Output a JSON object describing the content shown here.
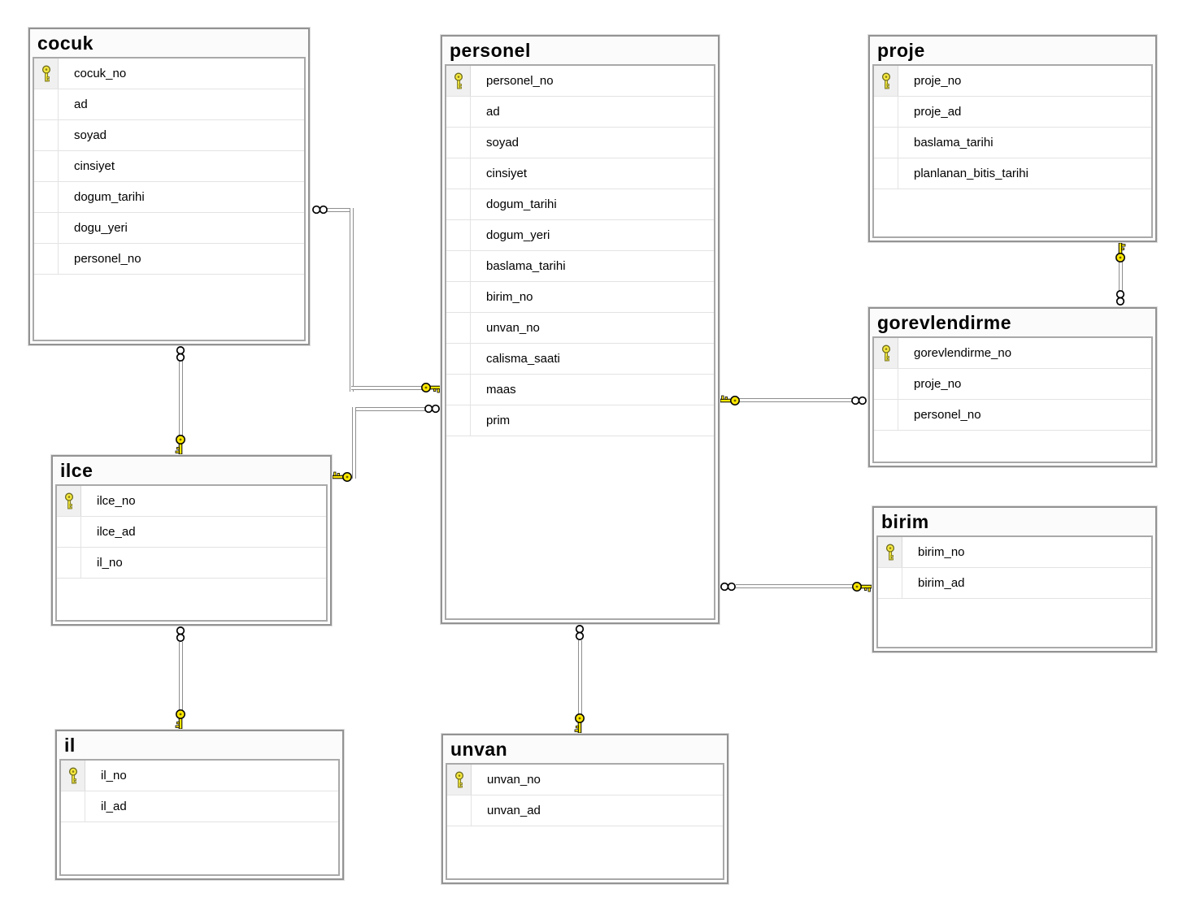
{
  "colors": {
    "canvas": "#ffffff",
    "key_yellow": "#ffe800",
    "relationship_line": "#8f8f8f",
    "table_border": "#939393",
    "grid_border": "#a9a9a9",
    "row_divider": "#e3e3e3",
    "pk_cell_bg": "#f0f0f0",
    "header_bg": "#fbfbfb",
    "text": "#000000"
  },
  "icons": {
    "primary_key_icon": "key-icon",
    "one_end_icon": "key-icon",
    "many_end_icon": "infinity-icon"
  },
  "tables": [
    {
      "name": "cocuk",
      "fields": [
        {
          "name": "cocuk_no",
          "pk": true
        },
        {
          "name": "ad",
          "pk": false
        },
        {
          "name": "soyad",
          "pk": false
        },
        {
          "name": "cinsiyet",
          "pk": false
        },
        {
          "name": "dogum_tarihi",
          "pk": false
        },
        {
          "name": "dogu_yeri",
          "pk": false
        },
        {
          "name": "personel_no",
          "pk": false
        }
      ]
    },
    {
      "name": "personel",
      "fields": [
        {
          "name": "personel_no",
          "pk": true
        },
        {
          "name": "ad",
          "pk": false
        },
        {
          "name": "soyad",
          "pk": false
        },
        {
          "name": "cinsiyet",
          "pk": false
        },
        {
          "name": "dogum_tarihi",
          "pk": false
        },
        {
          "name": "dogum_yeri",
          "pk": false
        },
        {
          "name": "baslama_tarihi",
          "pk": false
        },
        {
          "name": "birim_no",
          "pk": false
        },
        {
          "name": "unvan_no",
          "pk": false
        },
        {
          "name": "calisma_saati",
          "pk": false
        },
        {
          "name": "maas",
          "pk": false
        },
        {
          "name": "prim",
          "pk": false
        }
      ]
    },
    {
      "name": "proje",
      "fields": [
        {
          "name": "proje_no",
          "pk": true
        },
        {
          "name": "proje_ad",
          "pk": false
        },
        {
          "name": "baslama_tarihi",
          "pk": false
        },
        {
          "name": "planlanan_bitis_tarihi",
          "pk": false
        }
      ]
    },
    {
      "name": "gorevlendirme",
      "fields": [
        {
          "name": "gorevlendirme_no",
          "pk": true
        },
        {
          "name": "proje_no",
          "pk": false
        },
        {
          "name": "personel_no",
          "pk": false
        }
      ]
    },
    {
      "name": "birim",
      "fields": [
        {
          "name": "birim_no",
          "pk": true
        },
        {
          "name": "birim_ad",
          "pk": false
        }
      ]
    },
    {
      "name": "ilce",
      "fields": [
        {
          "name": "ilce_no",
          "pk": true
        },
        {
          "name": "ilce_ad",
          "pk": false
        },
        {
          "name": "il_no",
          "pk": false
        }
      ]
    },
    {
      "name": "il",
      "fields": [
        {
          "name": "il_no",
          "pk": true
        },
        {
          "name": "il_ad",
          "pk": false
        }
      ]
    },
    {
      "name": "unvan",
      "fields": [
        {
          "name": "unvan_no",
          "pk": true
        },
        {
          "name": "unvan_ad",
          "pk": false
        }
      ]
    }
  ],
  "relationships": [
    {
      "id": "personel-cocuk",
      "one_side": "personel",
      "many_side": "cocuk",
      "one_end_icon": "key-icon",
      "many_end_icon": "infinity-icon"
    },
    {
      "id": "ilce-personel",
      "one_side": "ilce",
      "many_side": "personel",
      "one_end_icon": "key-icon",
      "many_end_icon": "infinity-icon"
    },
    {
      "id": "ilce-cocuk",
      "one_side": "ilce",
      "many_side": "cocuk",
      "one_end_icon": "key-icon",
      "many_end_icon": "infinity-icon"
    },
    {
      "id": "il-ilce",
      "one_side": "il",
      "many_side": "ilce",
      "one_end_icon": "key-icon",
      "many_end_icon": "infinity-icon"
    },
    {
      "id": "unvan-personel",
      "one_side": "unvan",
      "many_side": "personel",
      "one_end_icon": "key-icon",
      "many_end_icon": "infinity-icon"
    },
    {
      "id": "personel-gorevlendirme",
      "one_side": "personel",
      "many_side": "gorevlendirme",
      "one_end_icon": "key-icon",
      "many_end_icon": "infinity-icon"
    },
    {
      "id": "proje-gorevlendirme",
      "one_side": "proje",
      "many_side": "gorevlendirme",
      "one_end_icon": "key-icon",
      "many_end_icon": "infinity-icon"
    },
    {
      "id": "birim-personel",
      "one_side": "birim",
      "many_side": "personel",
      "one_end_icon": "key-icon",
      "many_end_icon": "infinity-icon"
    }
  ]
}
